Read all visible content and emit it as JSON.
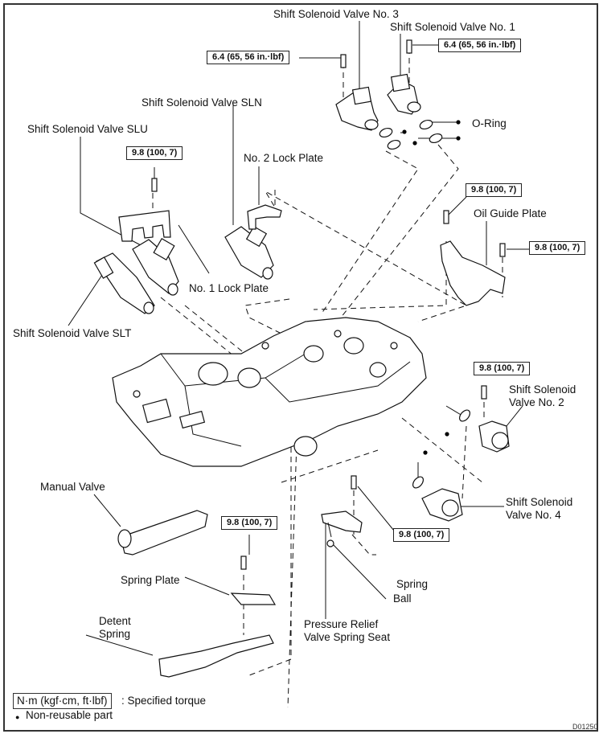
{
  "diagram": {
    "labels": {
      "ssv3": "Shift Solenoid Valve No. 3",
      "ssv1": "Shift Solenoid Valve No. 1",
      "sln": "Shift Solenoid Valve SLN",
      "slu": "Shift Solenoid Valve SLU",
      "lock2": "No. 2 Lock Plate",
      "oring": "O-Ring",
      "oil_guide": "Oil Guide Plate",
      "lock1": "No. 1 Lock Plate",
      "slt": "Shift Solenoid Valve SLT",
      "ssv2_line1": "Shift Solenoid",
      "ssv2_line2": "Valve No. 2",
      "ssv4_line1": "Shift Solenoid",
      "ssv4_line2": "Valve No. 4",
      "manual_valve": "Manual Valve",
      "spring_plate": "Spring Plate",
      "detent_line1": "Detent",
      "detent_line2": "Spring",
      "spring": "Spring",
      "ball": "Ball",
      "prv_line1": "Pressure Relief",
      "prv_line2": "Valve Spring Seat"
    },
    "torques": {
      "ssv3": "6.4 (65, 56 in.·lbf)",
      "ssv1": "6.4 (65, 56 in.·lbf)",
      "lock1": "9.8 (100, 7)",
      "oil_guide_1": "9.8 (100, 7)",
      "oil_guide_2": "9.8 (100, 7)",
      "ssv2": "9.8 (100, 7)",
      "spring_seat": "9.8 (100, 7)",
      "spring_plate": "9.8 (100, 7)"
    },
    "legend": {
      "torque_unit": "N·m (kgf·cm, ft·lbf)",
      "torque_desc": ": Specified torque",
      "nonreusable_bullet": "●",
      "nonreusable_desc": "Non-reusable part"
    },
    "figure_code": "D01250"
  }
}
